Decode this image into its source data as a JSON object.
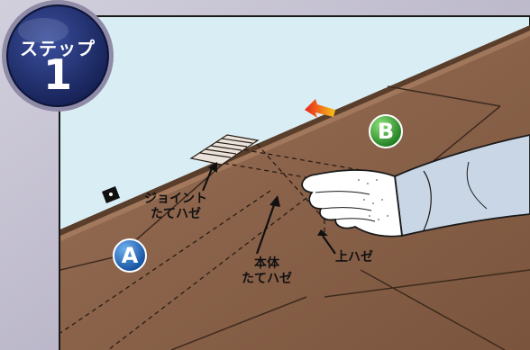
{
  "step_badge": {
    "title": "ステップ",
    "number": "1"
  },
  "markers": {
    "a": "A",
    "b": "B"
  },
  "labels": {
    "joint_seam": [
      "ジョイント",
      "たてハゼ"
    ],
    "body_seam": [
      "本体",
      "たてハゼ"
    ],
    "upper_seam": "上ハゼ"
  },
  "colors": {
    "sky": "#d9eef4",
    "roof": "#8b6349",
    "roof_shadow": "#6b4b37",
    "frame": "#b9b6c7",
    "badge": "#1f2e6e",
    "marker_a": "#1a5fb4",
    "marker_b": "#2f9e2f",
    "sleeve": "#c9d6e6",
    "glove": "#ffffff"
  },
  "icons": [
    "move-arrow-icon",
    "label-arrow-icon"
  ]
}
